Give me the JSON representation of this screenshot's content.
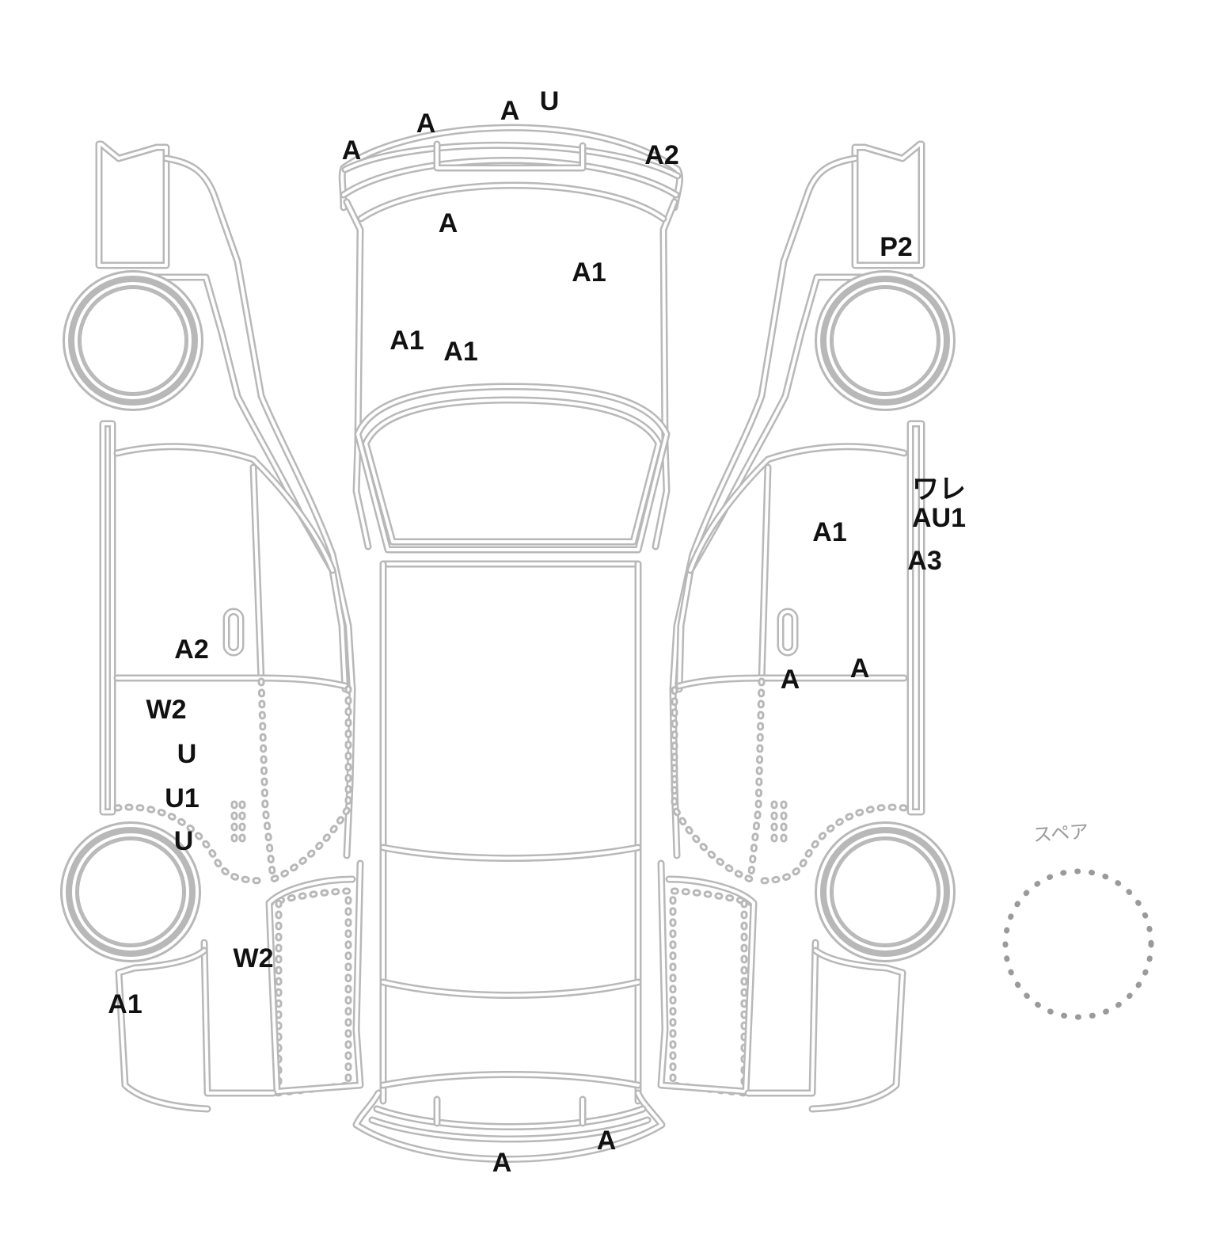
{
  "diagram": {
    "spare_label": "スペア",
    "line_color": "#b8b8b8",
    "mark_color": "#111111",
    "damage_marks": [
      {
        "id": "front-bumper-a-1",
        "code": "A"
      },
      {
        "id": "front-bumper-a-2",
        "code": "A"
      },
      {
        "id": "front-bumper-a-3",
        "code": "A"
      },
      {
        "id": "front-bumper-u",
        "code": "U"
      },
      {
        "id": "front-bumper-a2",
        "code": "A2"
      },
      {
        "id": "hood-a",
        "code": "A"
      },
      {
        "id": "hood-a1-1",
        "code": "A1"
      },
      {
        "id": "hood-a1-2",
        "code": "A1"
      },
      {
        "id": "hood-a1-3",
        "code": "A1"
      },
      {
        "id": "right-fender-p2",
        "code": "P2"
      },
      {
        "id": "right-glass-crack",
        "code": "ワレ"
      },
      {
        "id": "right-pillar-au1",
        "code": "AU1"
      },
      {
        "id": "right-pillar-a3",
        "code": "A3"
      },
      {
        "id": "right-front-door-a1",
        "code": "A1"
      },
      {
        "id": "right-door-a-1",
        "code": "A"
      },
      {
        "id": "right-door-a-2",
        "code": "A"
      },
      {
        "id": "left-door-a2",
        "code": "A2"
      },
      {
        "id": "left-door-w2",
        "code": "W2"
      },
      {
        "id": "left-door-u-1",
        "code": "U"
      },
      {
        "id": "left-door-u1",
        "code": "U1"
      },
      {
        "id": "left-door-u-2",
        "code": "U"
      },
      {
        "id": "left-quarter-w2",
        "code": "W2"
      },
      {
        "id": "left-rear-a1",
        "code": "A1"
      },
      {
        "id": "rear-bumper-a-1",
        "code": "A"
      },
      {
        "id": "rear-bumper-a-2",
        "code": "A"
      }
    ]
  }
}
